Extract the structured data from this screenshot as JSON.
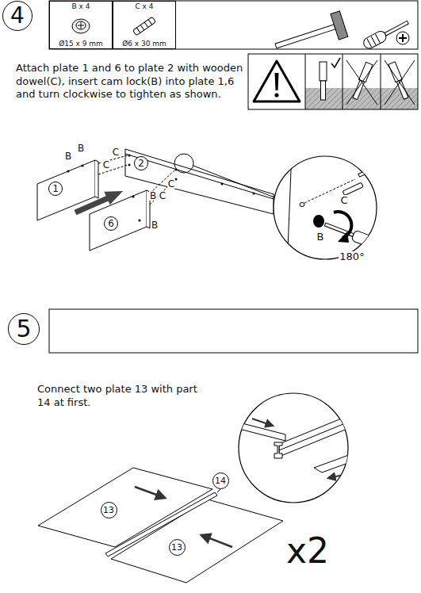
{
  "diagram": {
    "nodes": [
      {
        "text": [
          "4"
        ]
      },
      {
        "text": [
          "B x 4",
          "Ø15 x 9 mm"
        ]
      },
      {
        "text": [
          "C x 4",
          "Ø6 x 30 mm"
        ]
      },
      {
        "text": [
          "5"
        ]
      }
    ],
    "labels": [
      "Attach plate 1 and 6 to plate 2 with wooden dowel(C), insert cam lock(B) into plate 1,6 and turn clockwise to tighten as shown.",
      "B",
      "B",
      "C",
      "C",
      "1",
      "2",
      "B",
      "C",
      "C",
      "6",
      "B",
      "C",
      "B",
      "180°",
      "Connect two plate 13 with part 14 at first.",
      "13",
      "13",
      "14",
      "x2"
    ]
  }
}
